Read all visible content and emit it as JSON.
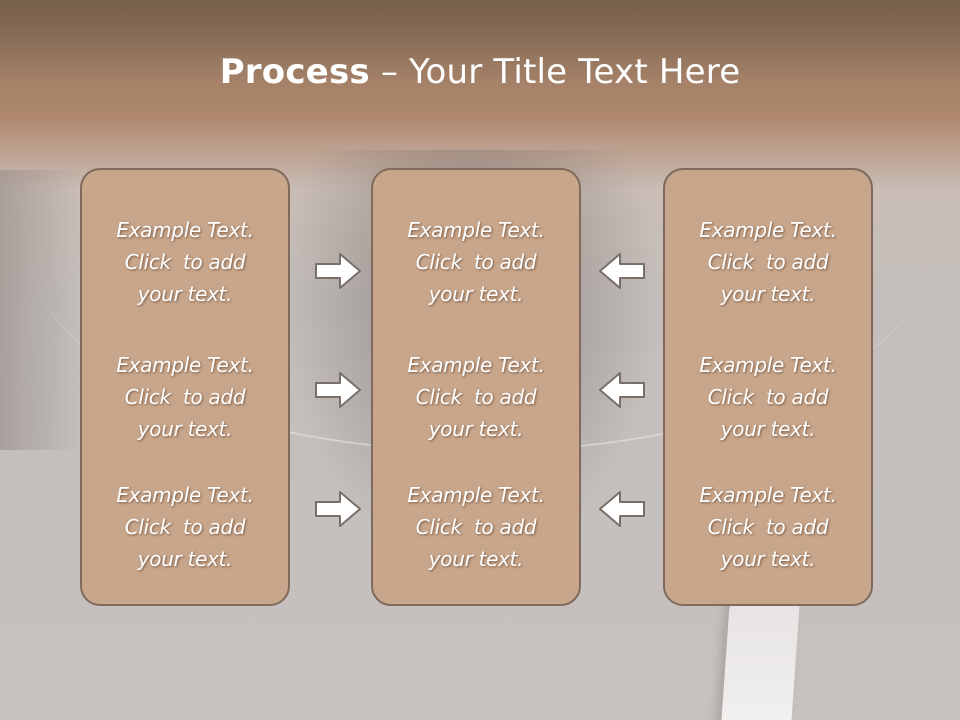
{
  "slide": {
    "title": {
      "bold": "Process",
      "rest": " – Your Title Text Here"
    },
    "columns": [
      {
        "items": [
          {
            "line1": "Example Text.",
            "line2": "Click  to add",
            "line3": "your text."
          },
          {
            "line1": "Example Text.",
            "line2": "Click  to add",
            "line3": "your text."
          },
          {
            "line1": "Example Text.",
            "line2": "Click  to add",
            "line3": "your text."
          }
        ]
      },
      {
        "items": [
          {
            "line1": "Example Text.",
            "line2": "Click  to add",
            "line3": "your text."
          },
          {
            "line1": "Example Text.",
            "line2": "Click  to add",
            "line3": "your text."
          },
          {
            "line1": "Example Text.",
            "line2": "Click  to add",
            "line3": "your text."
          }
        ]
      },
      {
        "items": [
          {
            "line1": "Example Text.",
            "line2": "Click  to add",
            "line3": "your text."
          },
          {
            "line1": "Example Text.",
            "line2": "Click  to add",
            "line3": "your text."
          },
          {
            "line1": "Example Text.",
            "line2": "Click  to add",
            "line3": "your text."
          }
        ]
      }
    ],
    "arrows": {
      "left_to_center": "right-arrow-icon",
      "right_to_center": "left-arrow-icon"
    },
    "colors": {
      "box_fill": "#c8a68b",
      "box_border": "#7f6a5c",
      "header": "#9a7660",
      "text": "#ffffff"
    }
  }
}
